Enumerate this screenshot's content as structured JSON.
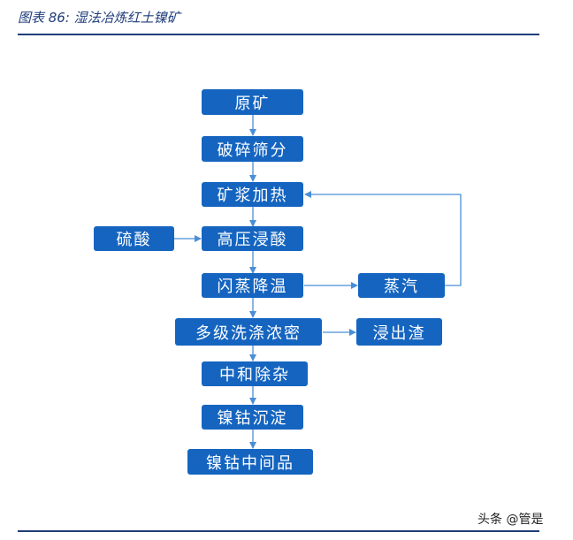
{
  "header": {
    "title": "图表 86:  湿法冶炼红土镍矿"
  },
  "flow": {
    "ore": "原矿",
    "crushing": "破碎筛分",
    "slurry_heating": "矿浆加热",
    "sulfuric_acid": "硫酸",
    "hpal": "高压浸酸",
    "flash_cooling": "闪蒸降温",
    "steam": "蒸汽",
    "ccd_washing": "多级洗涤浓密",
    "leach_residue": "浸出渣",
    "neutralization": "中和除杂",
    "ni_co_precipitation": "镍钴沉淀",
    "ni_co_intermediate": "镍钴中间品"
  },
  "colors": {
    "box": "#1565c0",
    "arrow": "#4a8fd6",
    "rule": "#1f3d7a"
  },
  "watermark": "头条 @管是"
}
